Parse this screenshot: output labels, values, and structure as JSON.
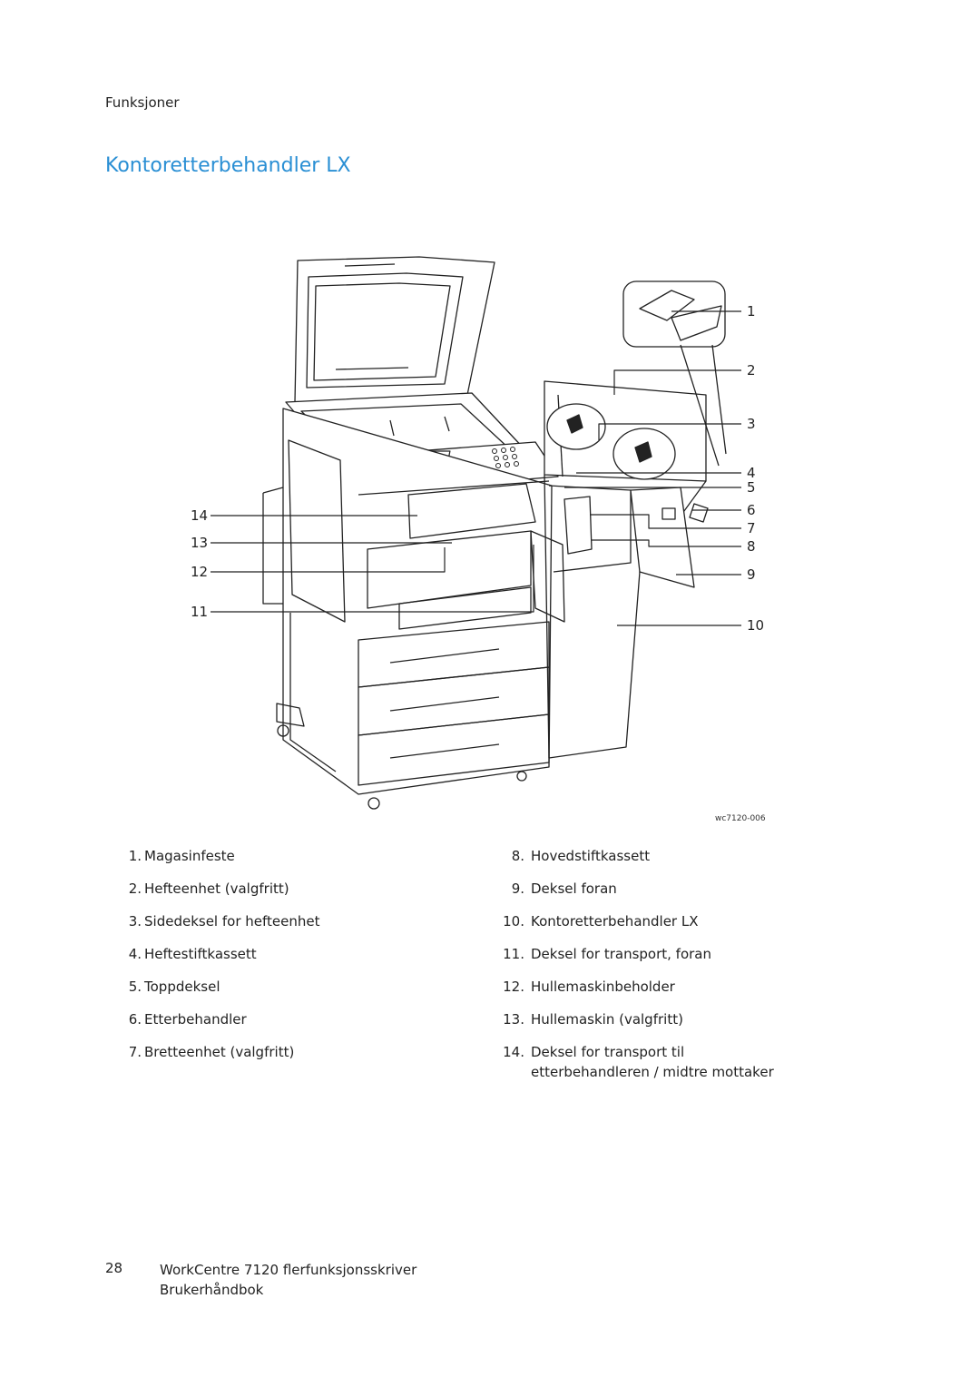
{
  "header": {
    "section": "Funksjoner"
  },
  "title": "Kontoretterbehandler LX",
  "figure": {
    "id": "wc7120-006",
    "callouts_right": [
      "1",
      "2",
      "3",
      "4",
      "5",
      "6",
      "7",
      "8",
      "9",
      "10"
    ],
    "callouts_left": [
      "14",
      "13",
      "12",
      "11"
    ]
  },
  "legend": {
    "left": [
      {
        "num": "1.",
        "label": "Magasinfeste"
      },
      {
        "num": "2.",
        "label": "Hefteenhet (valgfritt)"
      },
      {
        "num": "3.",
        "label": "Sidedeksel for hefteenhet"
      },
      {
        "num": "4.",
        "label": "Heftestiftkassett"
      },
      {
        "num": "5.",
        "label": "Toppdeksel"
      },
      {
        "num": "6.",
        "label": "Etterbehandler"
      },
      {
        "num": "7.",
        "label": "Bretteenhet (valgfritt)"
      }
    ],
    "right": [
      {
        "num": "8.",
        "label": "Hovedstiftkassett"
      },
      {
        "num": "9.",
        "label": "Deksel foran"
      },
      {
        "num": "10.",
        "label": "Kontoretterbehandler LX"
      },
      {
        "num": "11.",
        "label": "Deksel for transport, foran"
      },
      {
        "num": "12.",
        "label": "Hullemaskinbeholder"
      },
      {
        "num": "13.",
        "label": "Hullemaskin (valgfritt)"
      },
      {
        "num": "14.",
        "label": "Deksel for transport til etterbehandleren / midtre mottaker"
      }
    ]
  },
  "footer": {
    "page_number": "28",
    "line1": "WorkCentre 7120 flerfunksjonsskriver",
    "line2": "Brukerhåndbok"
  }
}
